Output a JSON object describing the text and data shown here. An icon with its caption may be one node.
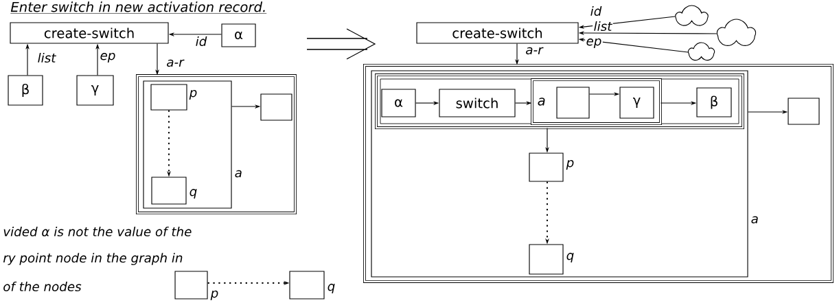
{
  "diagram": {
    "title": "Enter switch in new activation record.",
    "nodes": [
      {
        "text": [
          "create-switch"
        ]
      },
      {
        "text": [
          "α"
        ]
      },
      {
        "text": [
          "β"
        ]
      },
      {
        "text": [
          "γ"
        ]
      },
      {
        "text": [],
        "shape": "box"
      },
      {
        "text": [],
        "shape": "box",
        "in": 4,
        "beside": [
          "a"
        ]
      },
      {
        "text": [],
        "shape": "box",
        "in": 5,
        "beside": [
          "p"
        ]
      },
      {
        "text": [],
        "shape": "box",
        "in": 5,
        "beside": [
          "q"
        ]
      },
      {
        "text": [],
        "shape": "box",
        "in": 4
      },
      {
        "text": [
          "create-switch"
        ]
      },
      {
        "text": [],
        "shape": "cloud"
      },
      {
        "text": [],
        "shape": "cloud"
      },
      {
        "text": [],
        "shape": "cloud"
      },
      {
        "text": [],
        "shape": "box"
      },
      {
        "text": [],
        "shape": "box",
        "in": 13,
        "beside": [
          "a"
        ]
      },
      {
        "text": [],
        "shape": "box",
        "in": 14
      },
      {
        "text": [
          "α"
        ],
        "in": 15
      },
      {
        "text": [
          "switch"
        ],
        "in": 15
      },
      {
        "text": [
          "a"
        ],
        "in": 15
      },
      {
        "text": [],
        "shape": "box",
        "in": 18
      },
      {
        "text": [
          "γ"
        ],
        "in": 18
      },
      {
        "text": [
          "β"
        ],
        "in": 15
      },
      {
        "text": [],
        "shape": "box",
        "in": 14,
        "beside": [
          "p"
        ]
      },
      {
        "text": [],
        "shape": "box",
        "in": 14,
        "beside": [
          "q"
        ]
      },
      {
        "text": [],
        "shape": "box",
        "in": 13
      },
      {
        "text": [],
        "shape": "box",
        "beside": [
          "p"
        ]
      },
      {
        "text": [],
        "shape": "box",
        "beside": [
          "q"
        ]
      }
    ],
    "edges": [
      {
        "from": 1,
        "to": 0,
        "arrow": "to",
        "label": "id"
      },
      {
        "from": 2,
        "to": 0,
        "arrow": "to",
        "label": "list"
      },
      {
        "from": 3,
        "to": 0,
        "arrow": "to",
        "label": "ep"
      },
      {
        "from": 0,
        "to": 4,
        "arrow": "to",
        "label": "a-r"
      },
      {
        "from": 5,
        "to": 8,
        "arrow": "to"
      },
      {
        "from": 6,
        "to": 7,
        "arrow": "to",
        "style": "dashed"
      },
      {
        "from": 10,
        "to": 9,
        "arrow": "to",
        "label": "id"
      },
      {
        "from": 11,
        "to": 9,
        "arrow": "to",
        "label": "list"
      },
      {
        "from": 12,
        "to": 9,
        "arrow": "to",
        "label": "ep"
      },
      {
        "from": 9,
        "to": 13,
        "arrow": "to",
        "label": "a-r"
      },
      {
        "from": 16,
        "to": 17,
        "arrow": "to"
      },
      {
        "from": 17,
        "to": 18,
        "arrow": "to"
      },
      {
        "from": 19,
        "to": 20,
        "arrow": "to"
      },
      {
        "from": 18,
        "to": 21,
        "arrow": "to"
      },
      {
        "from": 15,
        "to": 22,
        "arrow": "to"
      },
      {
        "from": 22,
        "to": 23,
        "arrow": "to",
        "style": "dashed"
      },
      {
        "from": 14,
        "to": 24,
        "arrow": "to"
      },
      {
        "from": 25,
        "to": 26,
        "arrow": "to",
        "style": "dashed"
      }
    ],
    "labels": [
      "vided α is not the value of the",
      "ry point node in the graph in",
      "of the nodes"
    ]
  }
}
